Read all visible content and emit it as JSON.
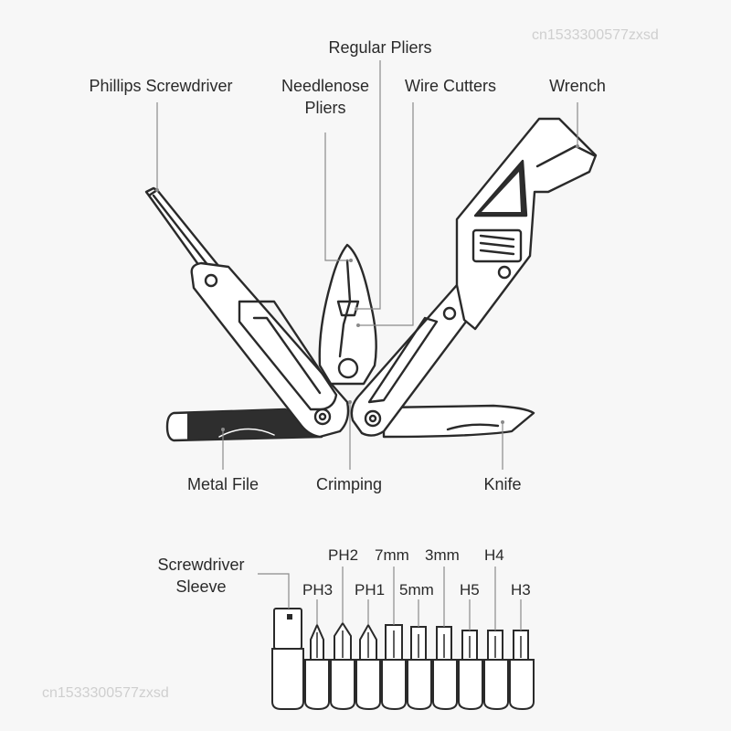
{
  "watermark": "cn1533300577zxsd",
  "labels": {
    "regular_pliers": "Regular Pliers",
    "phillips_screwdriver": "Phillips Screwdriver",
    "needlenose_line1": "Needlenose",
    "needlenose_line2": "Pliers",
    "wire_cutters": "Wire Cutters",
    "wrench": "Wrench",
    "metal_file": "Metal File",
    "crimping": "Crimping",
    "knife": "Knife",
    "sleeve_line1": "Screwdriver",
    "sleeve_line2": "Sleeve"
  },
  "bits": {
    "ph2": "PH2",
    "mm7": "7mm",
    "mm3": "3mm",
    "h4": "H4",
    "ph3": "PH3",
    "ph1": "PH1",
    "mm5": "5mm",
    "h5": "H5",
    "h3": "H3"
  },
  "colors": {
    "stroke": "#2a2a2a",
    "leader": "#8a8a8a",
    "watermark": "#cfcfcf"
  }
}
